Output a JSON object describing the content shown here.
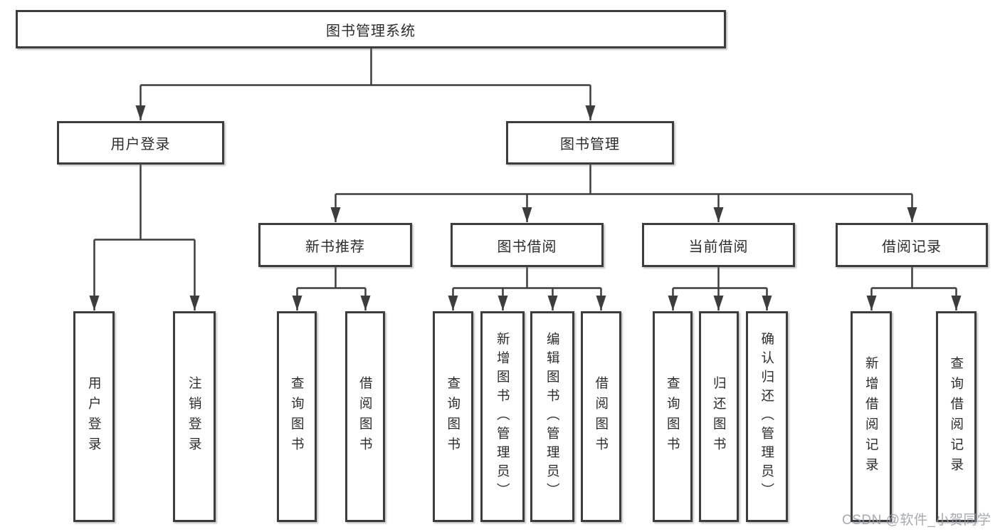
{
  "diagram": {
    "title": "图书管理系统",
    "level2": [
      "用户登录",
      "图书管理"
    ],
    "level3": [
      "新书推荐",
      "图书借阅",
      "当前借阅",
      "借阅记录"
    ],
    "leaves": [
      "用户登录",
      "注销登录",
      "查询图书",
      "借阅图书",
      "查询图书",
      "新增图书（管理员）",
      "编辑图书（管理员）",
      "借阅图书",
      "查询图书",
      "归还图书",
      "确认归还（管理员）",
      "新增借阅记录",
      "查询借阅记录"
    ],
    "watermark": "CSDN @软件_小贺同学",
    "colors": {
      "line": "#3d3d3d",
      "text": "#2c2c2c",
      "box_background": "#ffffff",
      "watermark": "#969ba1",
      "background": "#ffffff"
    }
  }
}
